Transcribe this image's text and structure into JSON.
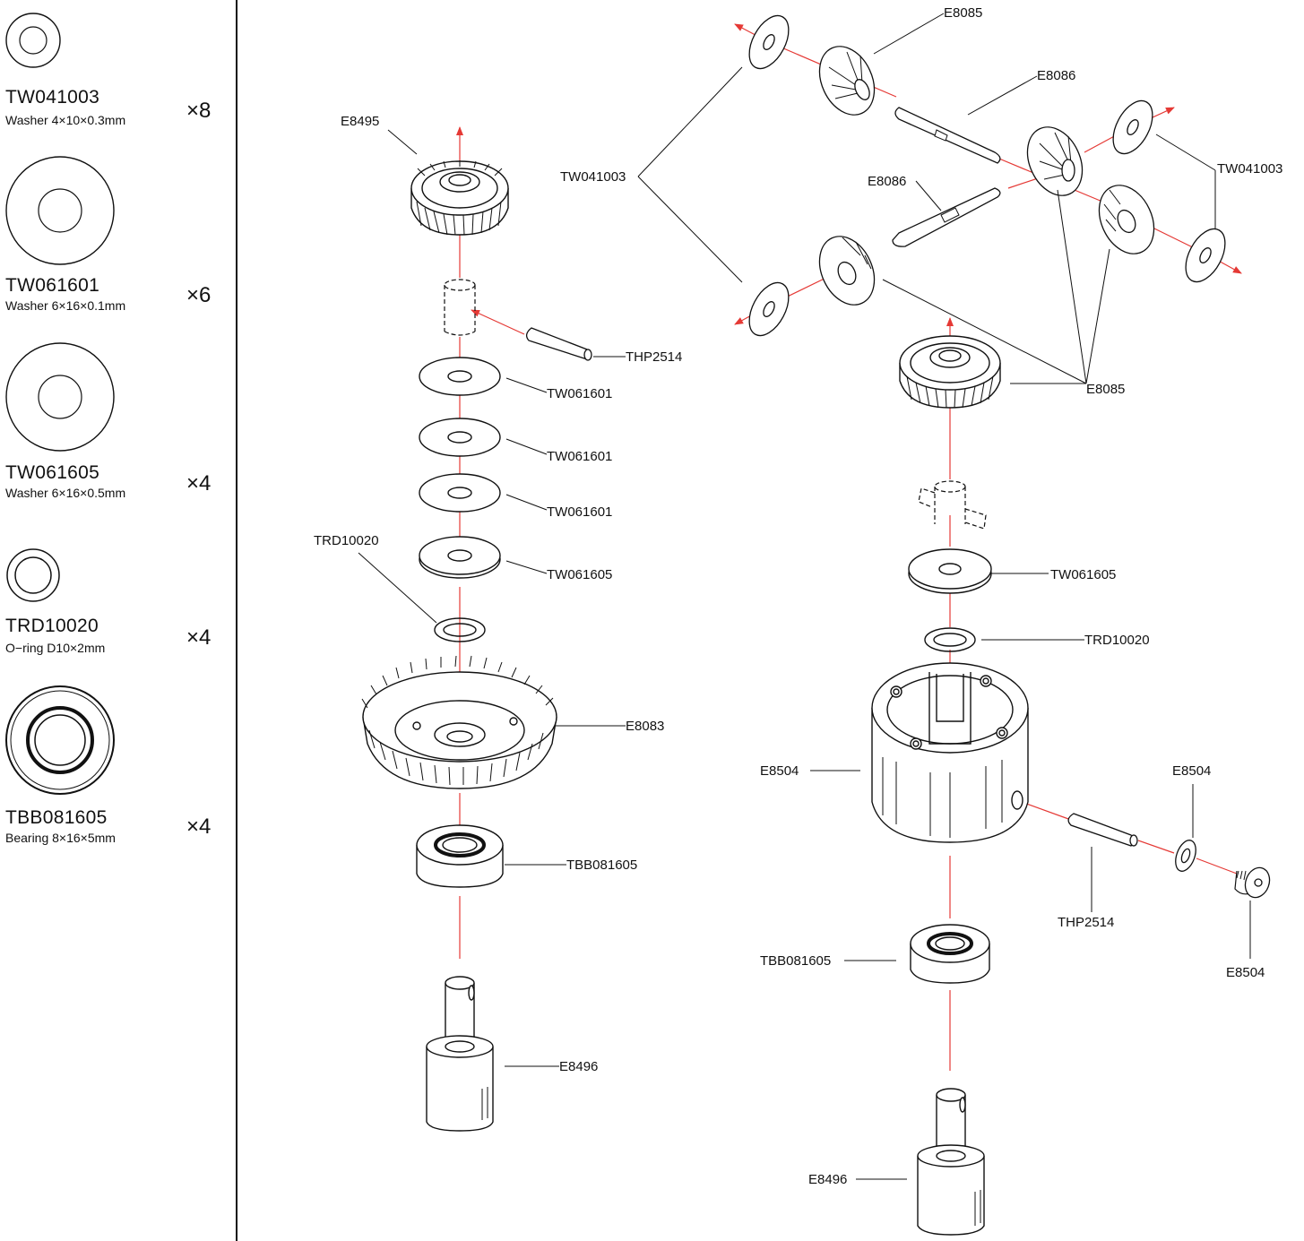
{
  "parts_list": [
    {
      "code": "TW041003",
      "description": "Washer 4×10×0.3mm",
      "quantity": "×8"
    },
    {
      "code": "TW061601",
      "description": "Washer 6×16×0.1mm",
      "quantity": "×6"
    },
    {
      "code": "TW061605",
      "description": "Washer 6×16×0.5mm",
      "quantity": "×4"
    },
    {
      "code": "TRD10020",
      "description": "O−ring D10×2mm",
      "quantity": "×4"
    },
    {
      "code": "TBB081605",
      "description": "Bearing 8×16×5mm",
      "quantity": "×4"
    }
  ],
  "left_assembly": {
    "callouts": [
      "E8495",
      "THP2514",
      "TW061601",
      "TW061601",
      "TW061601",
      "TRD10020",
      "TW061605",
      "E8083",
      "TBB081605",
      "E8496"
    ]
  },
  "right_assembly": {
    "callouts": [
      "E8085",
      "E8086",
      "TW041003",
      "TW041003",
      "E8086",
      "E8085",
      "TW061605",
      "TRD10020",
      "E8504",
      "E8504",
      "THP2514",
      "E8504",
      "TBB081605",
      "E8496"
    ]
  },
  "colors": {
    "arrow": "#e53935",
    "line": "#111111"
  }
}
